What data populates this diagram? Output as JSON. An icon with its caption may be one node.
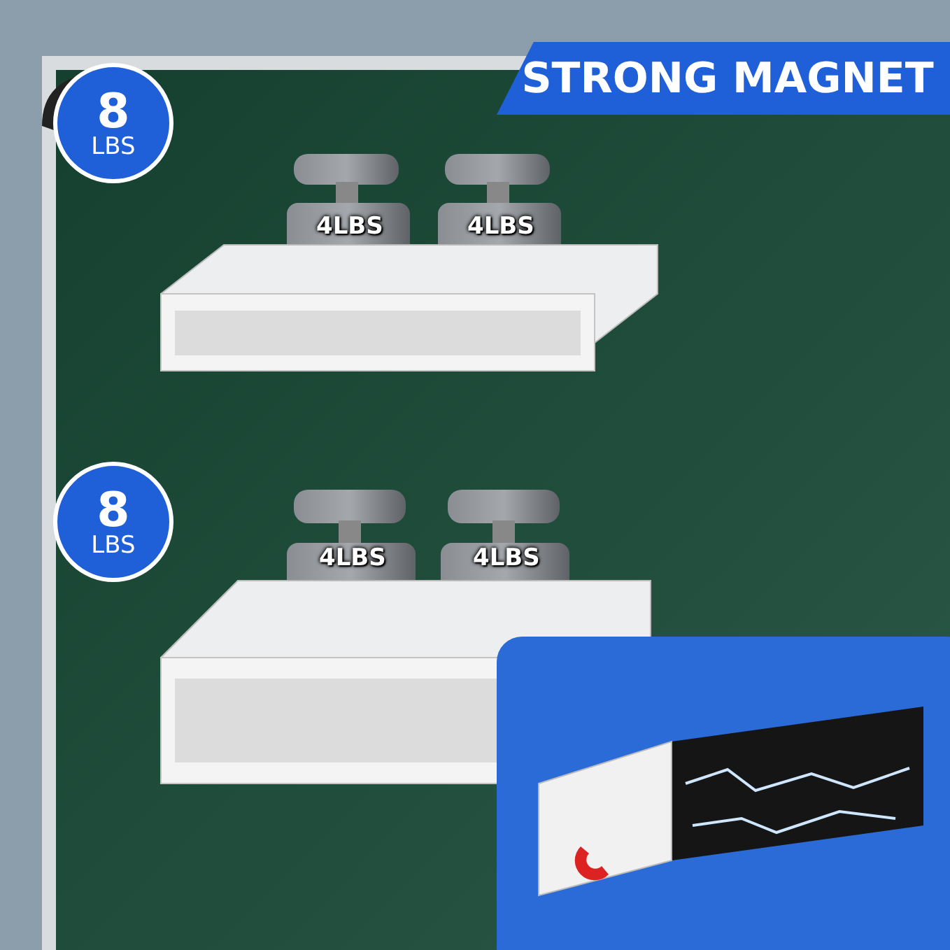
{
  "diagram": {
    "nodes": [
      {
        "text": [
          "STRONG MAGNET"
        ]
      },
      {
        "text": [
          "8",
          "LBS"
        ]
      },
      {
        "text": [
          "8",
          "LBS"
        ]
      }
    ],
    "labels": [
      "4LBS",
      "4LBS",
      "4LBS",
      "4LBS"
    ]
  }
}
